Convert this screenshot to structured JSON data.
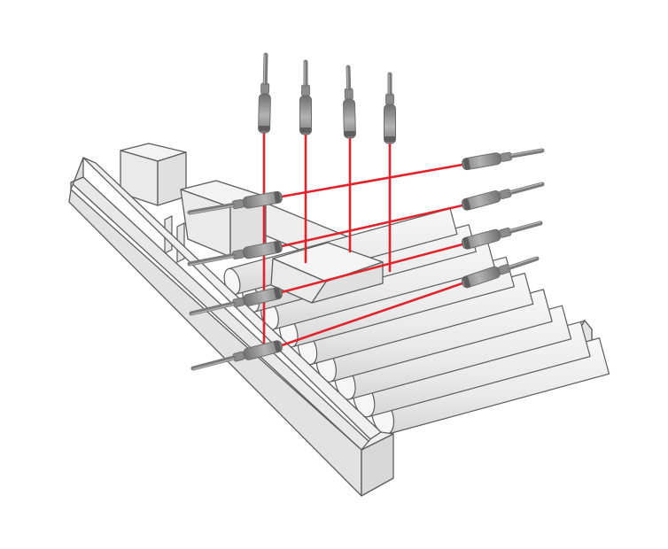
{
  "colors": {
    "background": "#ffffff",
    "outline": "#5d5d5d",
    "conveyor_fill": "#eeeeee",
    "conveyor_shade": "#dcdcdc",
    "sensor_body": "#9a9a9a",
    "sensor_dark": "#6e6e6e",
    "beam": "#e0242b"
  },
  "scene": {
    "overhead_sensor_count": 4,
    "side_sensor_pairs": 4,
    "roller_count": 9,
    "box_count": 3
  }
}
